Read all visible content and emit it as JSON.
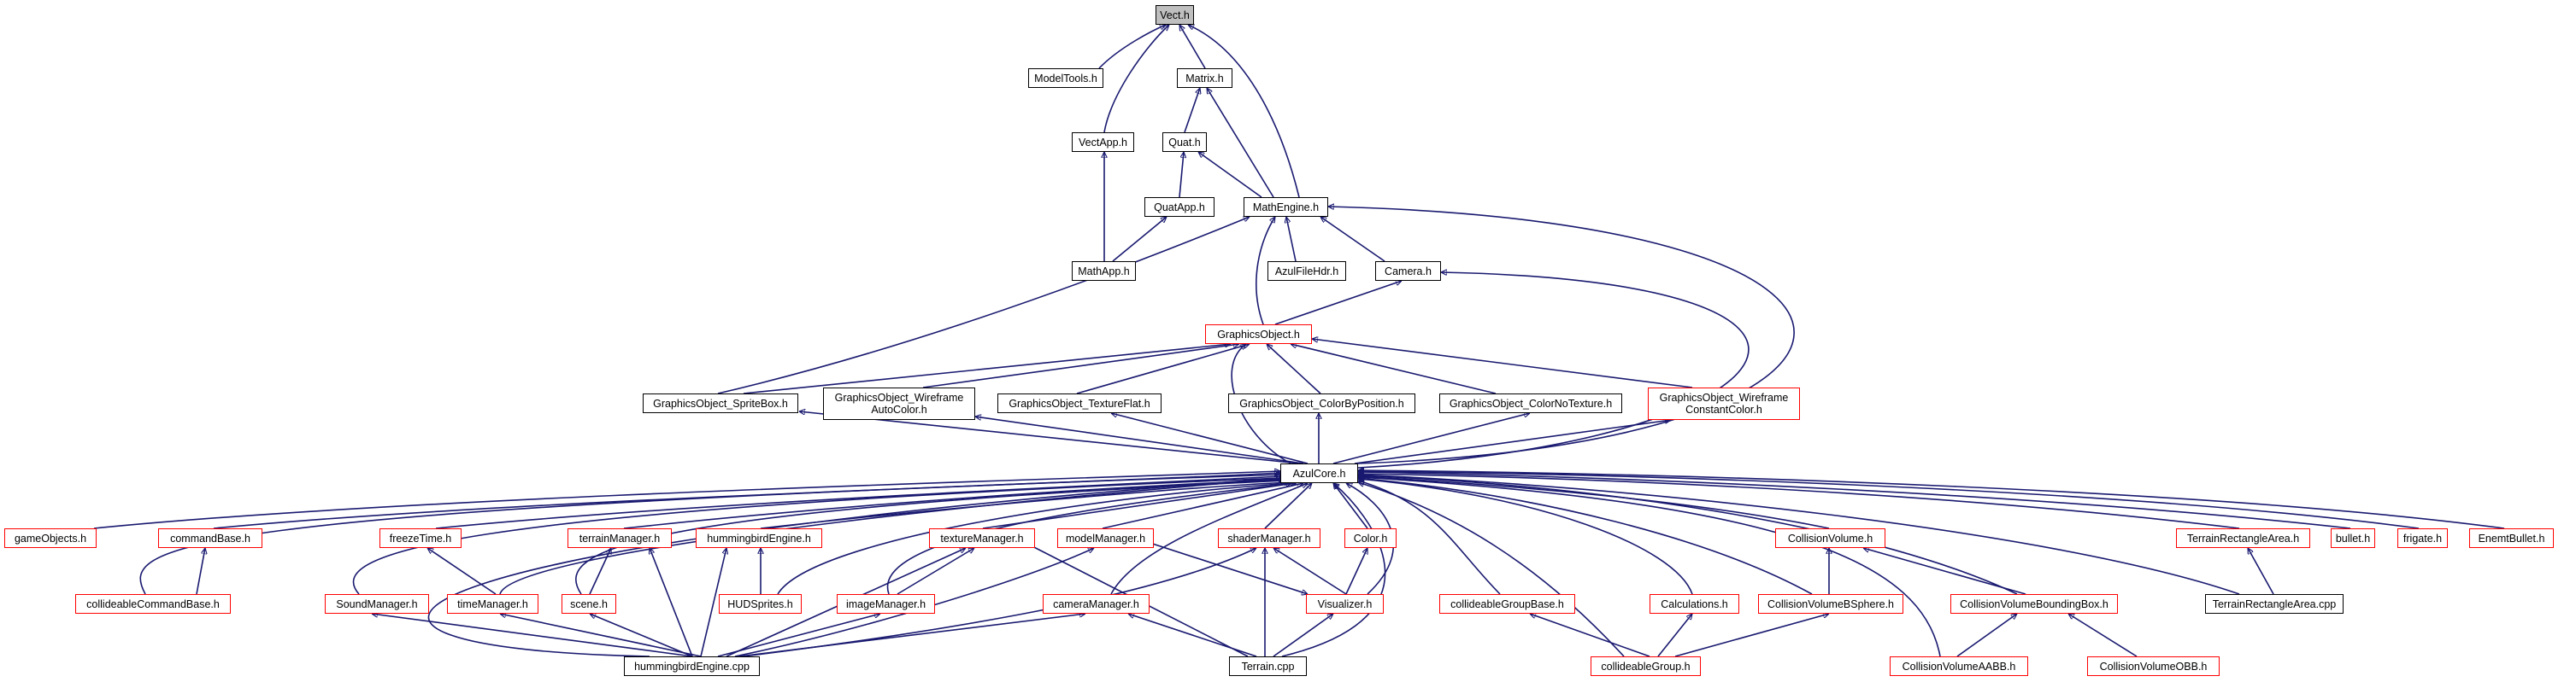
{
  "title": "Vect.h",
  "nodes": {
    "vect": "Vect.h",
    "modeltools": "ModelTools.h",
    "matrix": "Matrix.h",
    "vectapp": "VectApp.h",
    "quat": "Quat.h",
    "quatapp": "QuatApp.h",
    "mathengine": "MathEngine.h",
    "mathapp": "MathApp.h",
    "azulfilehdr": "AzulFileHdr.h",
    "camera": "Camera.h",
    "graphicsobject": "GraphicsObject.h",
    "go_spritebox": "GraphicsObject_SpriteBox.h",
    "go_wireframe_auto_1": "GraphicsObject_Wireframe",
    "go_wireframe_auto_2": "AutoColor.h",
    "go_textureflat": "GraphicsObject_TextureFlat.h",
    "go_colorbyposition": "GraphicsObject_ColorByPosition.h",
    "go_colornotexture": "GraphicsObject_ColorNoTexture.h",
    "go_wireframe_const_1": "GraphicsObject_Wireframe",
    "go_wireframe_const_2": "ConstantColor.h",
    "azulcore": "AzulCore.h",
    "gameobjects": "gameObjects.h",
    "commandbase": "commandBase.h",
    "freezetime": "freezeTime.h",
    "terrainmanager": "terrainManager.h",
    "hummingbirdengine_h": "hummingbirdEngine.h",
    "texturemanager": "textureManager.h",
    "modelmanager": "modelManager.h",
    "shadermanager": "shaderManager.h",
    "color": "Color.h",
    "collisionvolume": "CollisionVolume.h",
    "terrainrectanglearea_h": "TerrainRectangleArea.h",
    "bullet": "bullet.h",
    "frigate": "frigate.h",
    "enemtbullet": "EnemtBullet.h",
    "collideablecommandbase": "collideableCommandBase.h",
    "soundmanager": "SoundManager.h",
    "timemanager": "timeManager.h",
    "scene": "scene.h",
    "hudsprites": "HUDSprites.h",
    "imagemanager": "imageManager.h",
    "cameramanager": "cameraManager.h",
    "visualizer": "Visualizer.h",
    "collideablegroupbase": "collideableGroupBase.h",
    "calculations": "Calculations.h",
    "cvbsphere": "CollisionVolumeBSphere.h",
    "cvboundingbox": "CollisionVolumeBoundingBox.h",
    "terrainrectanglearea_cpp": "TerrainRectangleArea.cpp",
    "hummingbirdengine_cpp": "hummingbirdEngine.cpp",
    "terrain_cpp": "Terrain.cpp",
    "collideablegroup": "collideableGroup.h",
    "cvaabb": "CollisionVolumeAABB.h",
    "cvobb": "CollisionVolumeOBB.h"
  },
  "colors": {
    "edge": "#191970",
    "node_border": "#000000",
    "node_border_incomplete": "#ff0000",
    "root_fill": "#bfbfbf",
    "background": "#ffffff"
  }
}
